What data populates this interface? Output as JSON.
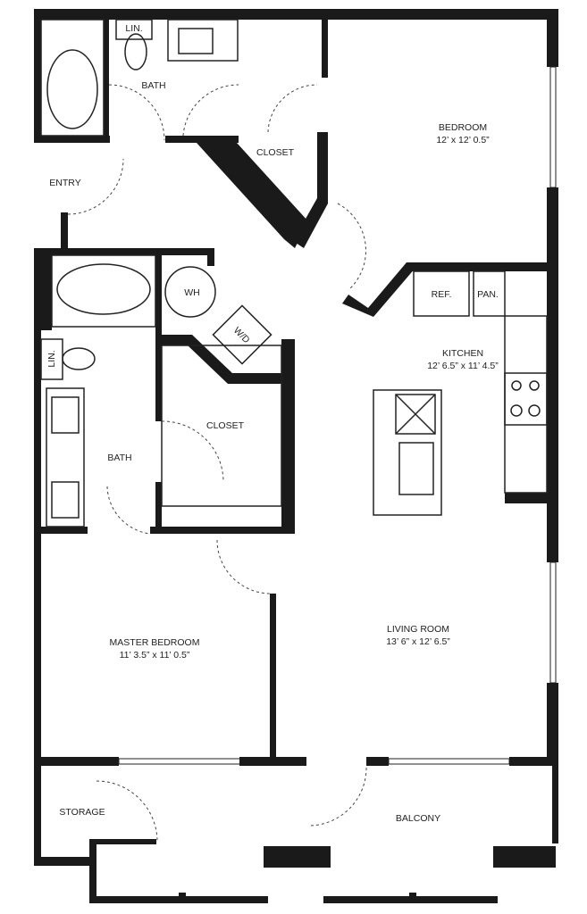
{
  "plan": {
    "rooms": {
      "bath_top": "BATH",
      "lin_top": "LIN.",
      "closet_top": "CLOSET",
      "bedroom": "BEDROOM",
      "bedroom_dim": "12’ x 12’ 0.5”",
      "entry": "ENTRY",
      "wh": "WH",
      "wd": "W/D",
      "ref": "REF.",
      "pan": "PAN.",
      "kitchen": "KITCHEN",
      "kitchen_dim": "12’ 6.5” x 11’ 4.5”",
      "closet_master": "CLOSET",
      "bath_master": "BATH",
      "lin_master": "LIN.",
      "master_bedroom": "MASTER BEDROOM",
      "master_bedroom_dim": "11’ 3.5” x 11’ 0.5”",
      "living_room": "LIVING ROOM",
      "living_room_dim": "13’ 6” x 12’ 6.5”",
      "storage": "STORAGE",
      "balcony": "BALCONY"
    }
  }
}
